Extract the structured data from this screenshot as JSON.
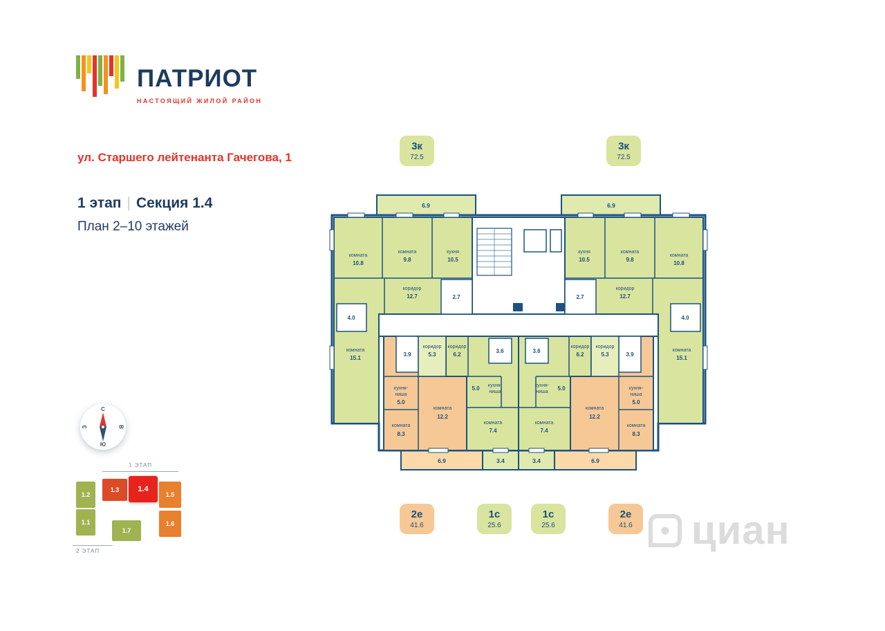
{
  "brand": {
    "name": "ПАТРИОТ",
    "tagline": "НАСТОЯЩИЙ ЖИЛОЙ РАЙОН"
  },
  "header": {
    "address": "ул. Старшего лейтенанта Гачегова, 1",
    "stage": "1 этап",
    "section": "Секция 1.4",
    "plan_title": "План 2–10 этажей"
  },
  "compass": {
    "north": "С",
    "south": "Ю",
    "west": "З",
    "east": "В"
  },
  "sitemap": {
    "stage1": "1 ЭТАП",
    "stage2": "2 ЭТАП",
    "blocks": {
      "b11": "1.1",
      "b12": "1.2",
      "b13": "1.3",
      "b14": "1.4",
      "b15": "1.5",
      "b16": "1.6",
      "b17": "1.7"
    }
  },
  "badges": {
    "b3k": {
      "t": "3к",
      "a": "72.5"
    },
    "b2e": {
      "t": "2е",
      "a": "41.6"
    },
    "b1s": {
      "t": "1с",
      "a": "25.6"
    }
  },
  "plan": {
    "a3k": {
      "balcony": "6.9",
      "r1n": "комната",
      "r1a": "10.8",
      "r2n": "комната",
      "r2a": "9.8",
      "kitn": "кухня",
      "kita": "10.5",
      "haln": "коридор",
      "hala": "12.7",
      "wc1": "2.7",
      "wc2": "4.0",
      "r3n": "комната",
      "r3a": "15.1"
    },
    "a2e": {
      "wc": "3.9",
      "haln": "коридор",
      "hala": "5.3",
      "kn1": "кухня-",
      "kn2": "ниша",
      "kna": "5.0",
      "r1n": "комната",
      "r1a": "12.2",
      "r2n": "комната",
      "r2a": "8.3",
      "balcony": "6.9"
    },
    "a1s": {
      "haln": "коридор",
      "hala": "6.2",
      "wc": "3.6",
      "kn1": "кухня-",
      "kn2": "ниша",
      "kna": "5.0",
      "rn": "комната",
      "ra": "7.4",
      "balcony": "3.4"
    }
  },
  "watermark": "циан",
  "colors": {
    "wall": "#1b5280",
    "green": "#d9e49f",
    "orange": "#f6c895",
    "accent_red": "#e5332a",
    "navy_text": "#1e3a5f",
    "badge_text": "#1c4f7c"
  }
}
